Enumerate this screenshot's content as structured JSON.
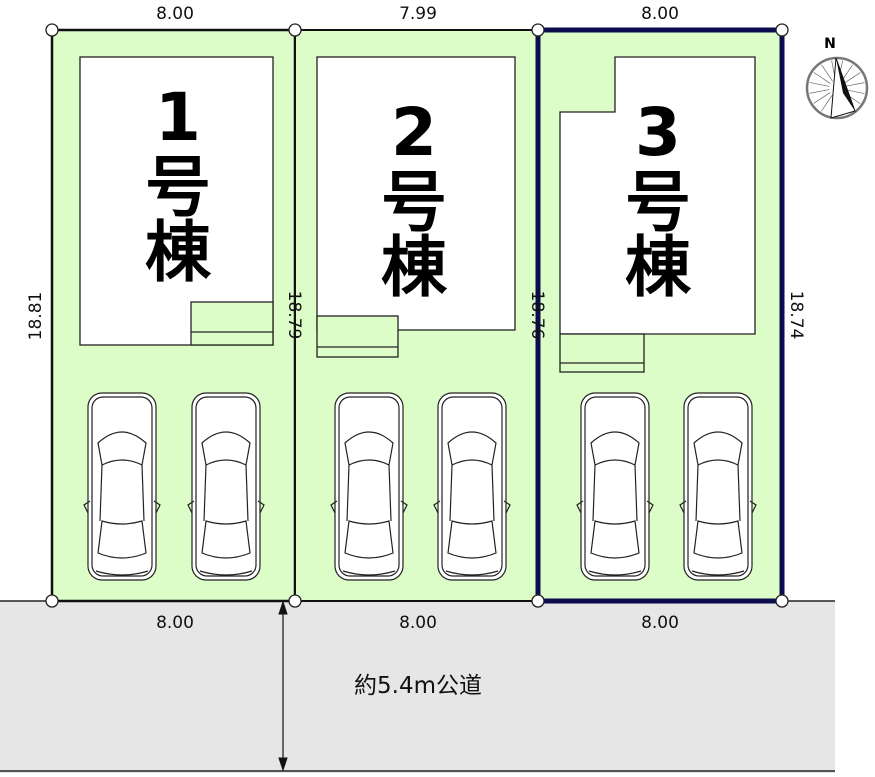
{
  "colors": {
    "lot_fill": "#dcfcc8",
    "selected_border": "#0b0b4d",
    "road": "#e6e6e6",
    "line": "#111111"
  },
  "lots": [
    {
      "number": "1",
      "suffix1": "号",
      "suffix2": "棟",
      "top": "8.00",
      "bottom": "8.00",
      "left": "18.81",
      "selected": false
    },
    {
      "number": "2",
      "suffix1": "号",
      "suffix2": "棟",
      "top": "7.99",
      "bottom": "8.00",
      "left": "18.79",
      "selected": false
    },
    {
      "number": "3",
      "suffix1": "号",
      "suffix2": "棟",
      "top": "8.00",
      "bottom": "8.00",
      "left": "18.76",
      "right": "18.74",
      "selected": true
    }
  ],
  "road": {
    "label": "約5.4m公道"
  },
  "compass": {
    "label": "N",
    "icon": "compass-north-icon"
  },
  "parking": {
    "icon": "car-icon",
    "count": 6
  }
}
